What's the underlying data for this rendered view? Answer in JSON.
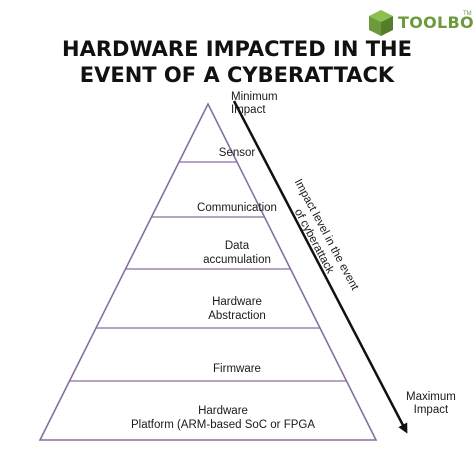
{
  "brand": {
    "name": "TOOLBOX",
    "trademark": "TM",
    "icon": "cube-icon",
    "color": "#6c9a3c"
  },
  "title": {
    "line1": "HARDWARE IMPACTED IN THE",
    "line2": "EVENT OF A CYBERATTACK"
  },
  "levels": [
    {
      "lines": [
        "Sensor"
      ]
    },
    {
      "lines": [
        "Communication"
      ]
    },
    {
      "lines": [
        "Data",
        "accumulation"
      ]
    },
    {
      "lines": [
        "Hardware",
        "Abstraction"
      ]
    },
    {
      "lines": [
        "Firmware"
      ]
    },
    {
      "lines": [
        "Hardware",
        "Platform (ARM-based SoC or FPGA"
      ]
    }
  ],
  "arrow": {
    "start_label": [
      "Minimum",
      "Impact"
    ],
    "end_label": [
      "Maximum",
      "Impact"
    ],
    "axis_label": [
      "Impact level in the event",
      "of cyberattack"
    ]
  },
  "colors": {
    "pyramid_edge": "#8a6f9e",
    "divider": "#8a6f9e",
    "arrow": "#111111"
  }
}
